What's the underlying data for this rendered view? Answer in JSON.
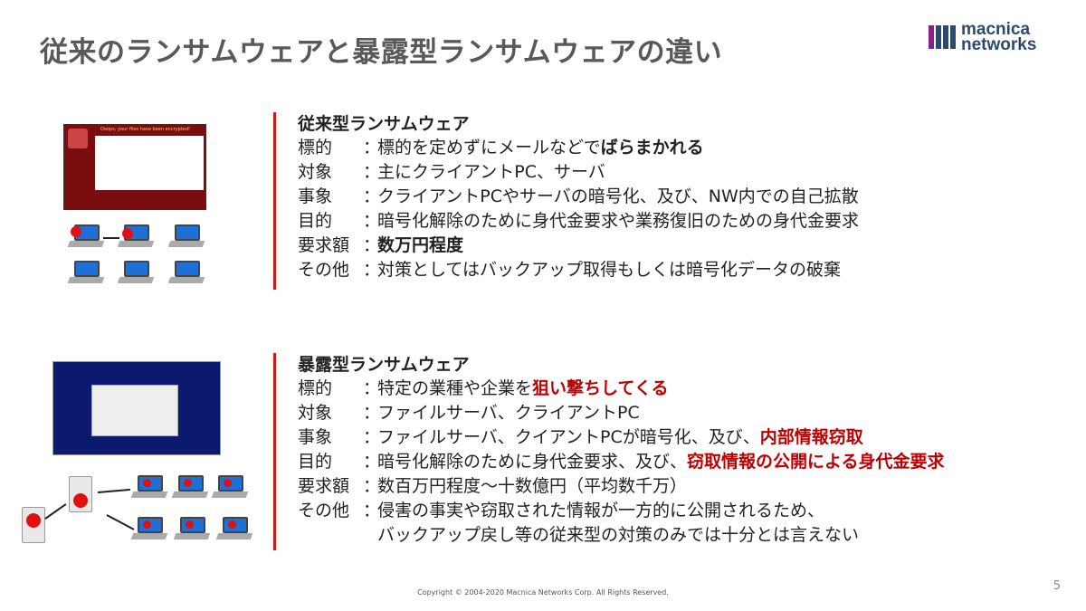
{
  "title": "従来のランサムウェアと暴露型ランサムウェアの違い",
  "logo": {
    "line1": "macnica",
    "line2": "networks"
  },
  "conventional": {
    "heading": "従来型ランサムウェア",
    "rows": [
      {
        "label": "標的",
        "colon": "：",
        "text": "標的を定めずにメールなどで",
        "emph": "ばらまかれる"
      },
      {
        "label": "対象",
        "colon": "：",
        "text": "主にクライアントPC、サーバ"
      },
      {
        "label": "事象",
        "colon": "：",
        "text": "クライアントPCやサーバの暗号化、及び、NW内での自己拡散"
      },
      {
        "label": "目的",
        "colon": "：",
        "text": "暗号化解除のために身代金要求や業務復旧のための身代金要求"
      },
      {
        "label": "要求額",
        "colon": "：",
        "emph": "数万円程度"
      },
      {
        "label": "その他",
        "colon": "：",
        "text": "対策としてはバックアップ取得もしくは暗号化データの破棄"
      }
    ]
  },
  "exposure": {
    "heading": "暴露型ランサムウェア",
    "rows": [
      {
        "label": "標的",
        "colon": "：",
        "text": "特定の業種や企業を",
        "red": "狙い撃ちしてくる"
      },
      {
        "label": "対象",
        "colon": "：",
        "text": "ファイルサーバ、クライアントPC"
      },
      {
        "label": "事象",
        "colon": "：",
        "text": "ファイルサーバ、クイアントPCが暗号化、及び、",
        "red": "内部情報窃取"
      },
      {
        "label": "目的",
        "colon": "：",
        "text": "暗号化解除のために身代金要求、及び、",
        "red": "窃取情報の公開による身代金要求"
      },
      {
        "label": "要求額",
        "colon": "：",
        "text": "数百万円程度～十数億円（平均数千万）"
      },
      {
        "label": "その他",
        "colon": "：",
        "text": "侵害の事実や窃取された情報が一方的に公開されるため、",
        "text2": "バックアップ戻し等の従来型の対策のみでは十分とは言えない"
      }
    ]
  },
  "images": {
    "wannacry_header": "Ooops, your files have been encrypted!"
  },
  "footer": "Copyright © 2004-2020 Macnica Networks Corp. All Rights Reserved.",
  "page_number": "5",
  "colors": {
    "accent_red": "#c00000",
    "bar_red": "#d01818",
    "title_gray": "#595959",
    "logo_blue": "#2c4a6e",
    "logo_purple": "#8a1e8c"
  }
}
